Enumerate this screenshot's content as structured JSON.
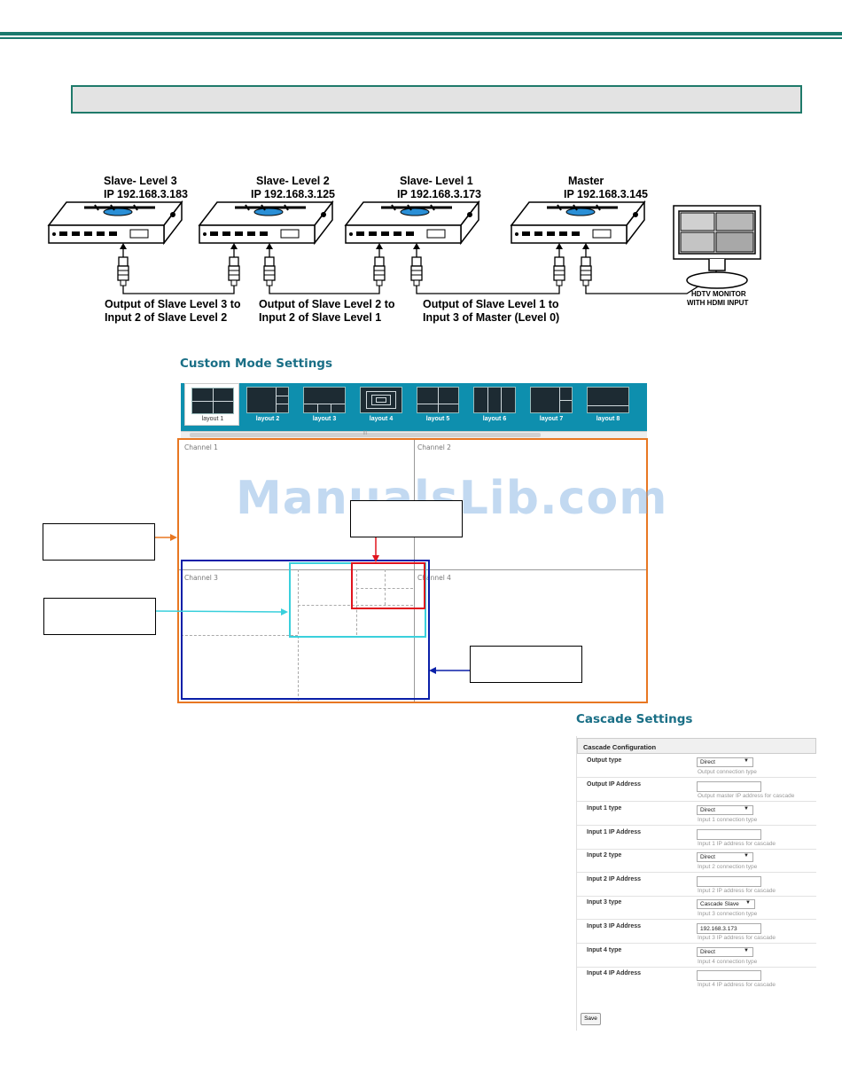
{
  "diagram": {
    "devices": [
      {
        "name": "Slave- Level 3",
        "ip": "IP 192.168.3.183"
      },
      {
        "name": "Slave- Level 2",
        "ip": "IP 192.168.3.125"
      },
      {
        "name": "Slave- Level 1",
        "ip": "IP 192.168.3.173"
      },
      {
        "name": "Master",
        "ip": "IP 192.168.3.145"
      }
    ],
    "captions": [
      {
        "line1": "Output of Slave Level 3 to",
        "line2": "Input 2 of Slave Level 2"
      },
      {
        "line1": "Output of Slave Level 2 to",
        "line2": "Input 2 of Slave Level 1"
      },
      {
        "line1": "Output of Slave Level 1 to",
        "line2": "Input 3 of Master (Level 0)"
      }
    ],
    "monitor": {
      "line1": "HDTV MONITOR",
      "line2": "WITH HDMI INPUT"
    }
  },
  "custom_mode": {
    "title": "Custom Mode Settings",
    "layouts": [
      "layout 1",
      "layout 2",
      "layout 3",
      "layout 4",
      "layout 5",
      "layout 6",
      "layout 7",
      "layout 8"
    ],
    "active_layout": "layout 1",
    "scroll_grip": "|||",
    "channels": [
      "Channel 1",
      "Channel 2",
      "Channel 3",
      "Channel 4"
    ],
    "watermark": "ManualsLib.com",
    "colors": {
      "orange": "#e87722",
      "blue": "#0a1fa8",
      "cyan": "#3ad0dc",
      "red": "#e0141e"
    }
  },
  "cascade": {
    "title": "Cascade Settings",
    "section": "Cascade Configuration",
    "rows": [
      {
        "label": "Output type",
        "kind": "select",
        "value": "Direct",
        "help": "Output connection type"
      },
      {
        "label": "Output IP Address",
        "kind": "input",
        "value": "",
        "help": "Output master IP address for cascade"
      },
      {
        "label": "Input 1 type",
        "kind": "select",
        "value": "Direct",
        "help": "Input 1 connection type"
      },
      {
        "label": "Input 1 IP Address",
        "kind": "input",
        "value": "",
        "help": "Input 1 IP address for cascade"
      },
      {
        "label": "Input 2 type",
        "kind": "select",
        "value": "Direct",
        "help": "Input 2 connection type"
      },
      {
        "label": "Input 2 IP Address",
        "kind": "input",
        "value": "",
        "help": "Input 2 IP address for cascade"
      },
      {
        "label": "Input 3 type",
        "kind": "select",
        "value": "Cascade Slave",
        "help": "Input 3 connection type"
      },
      {
        "label": "Input 3 IP Address",
        "kind": "input",
        "value": "192.168.3.173",
        "help": "Input 3 IP address for cascade"
      },
      {
        "label": "Input 4 type",
        "kind": "select",
        "value": "Direct",
        "help": "Input 4 connection type"
      },
      {
        "label": "Input 4 IP Address",
        "kind": "input",
        "value": "",
        "help": "Input 4 IP address for cascade"
      }
    ],
    "save_label": "Save"
  }
}
